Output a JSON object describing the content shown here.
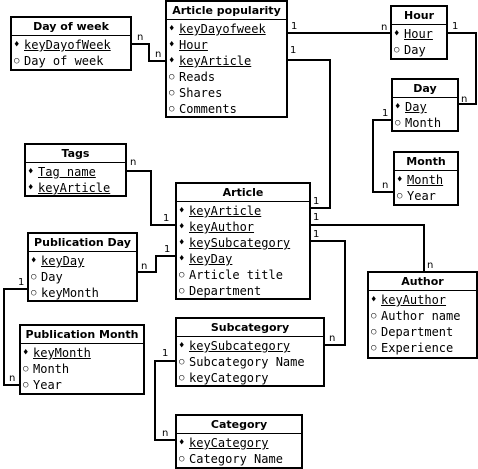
{
  "diagram": {
    "entities": {
      "day_of_week": {
        "title": "Day of week",
        "attrs": [
          "keyDayofWeek",
          "Day of week"
        ]
      },
      "article_popularity": {
        "title": "Article popularity",
        "attrs": [
          "keyDayofweek",
          "Hour",
          "keyArticle",
          "Reads",
          "Shares",
          "Comments"
        ]
      },
      "hour": {
        "title": "Hour",
        "attrs": [
          "Hour",
          "Day"
        ]
      },
      "day": {
        "title": "Day",
        "attrs": [
          "Day",
          "Month"
        ]
      },
      "month": {
        "title": "Month",
        "attrs": [
          "Month",
          "Year"
        ]
      },
      "tags": {
        "title": "Tags",
        "attrs": [
          "Tag name",
          "keyArticle"
        ]
      },
      "article": {
        "title": "Article",
        "attrs": [
          "keyArticle",
          "keyAuthor",
          "keySubcategory",
          "keyDay",
          "Article title",
          "Department"
        ]
      },
      "publication_day": {
        "title": "Publication Day",
        "attrs": [
          "keyDay",
          "Day",
          "keyMonth"
        ]
      },
      "author": {
        "title": "Author",
        "attrs": [
          "keyAuthor",
          "Author name",
          "Department",
          "Experience"
        ]
      },
      "publication_month": {
        "title": "Publication Month",
        "attrs": [
          "keyMonth",
          "Month",
          "Year"
        ]
      },
      "subcategory": {
        "title": "Subcategory",
        "attrs": [
          "keySubcategory",
          "Subcategory Name",
          "keyCategory"
        ]
      },
      "category": {
        "title": "Category",
        "attrs": [
          "keyCategory",
          "Category Name"
        ]
      }
    },
    "cardinality": {
      "one": "1",
      "many": "n"
    }
  }
}
